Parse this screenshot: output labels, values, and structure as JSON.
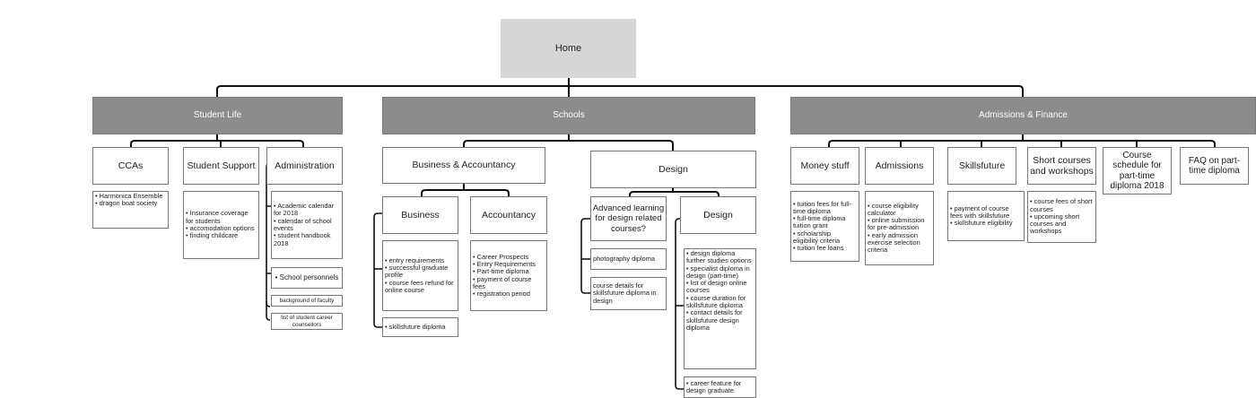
{
  "home": "Home",
  "sections": {
    "student_life": "Student Life",
    "schools": "Schools",
    "admissions": "Admissions & Finance"
  },
  "student_life": {
    "ccas": {
      "title": "CCAs",
      "items": [
        "Harmonica Ensemble",
        "dragon boat society"
      ]
    },
    "support": {
      "title": "Student Support",
      "items": [
        "Insurance coverage for students",
        "accomodation options",
        "finding childcare"
      ]
    },
    "administration": {
      "title": "Administration",
      "items": [
        "Academic calendar for 2018",
        "calendar of school events",
        "student handbook 2018"
      ],
      "school_personnels": "• School personnels",
      "faculty": "background of faculty",
      "counsellors": "list of student career counsellors"
    }
  },
  "schools": {
    "business_accountancy": "Business & Accountancy",
    "business": {
      "title": "Business",
      "items": [
        "entry requirements",
        "successful graduate profile",
        "course fees refund for online course"
      ],
      "skillsfuture": "skillsfuture diploma"
    },
    "accountancy": {
      "title": "Accountancy",
      "items": [
        "Career Prospects",
        "Entry Requirements",
        "Part-time diploma",
        "payment of course fees",
        "registration period"
      ]
    },
    "design_group": "Design",
    "advanced": {
      "title": "Advanced learning for design related courses?",
      "photography": "photography diploma",
      "course_details": "course details for skillsfuture diploma in design"
    },
    "design": {
      "title": "Design",
      "items": [
        "design diploma further studies options",
        "specialist diploma in design (part-time)",
        "list of design online courses",
        "course duration for skillsfuture diploma",
        "contact details for skillsfuture design diploma"
      ],
      "career": "career feature for design graduate"
    }
  },
  "admissions": {
    "money": {
      "title": "Money stuff",
      "items": [
        "tuition fees for full-time diploma",
        "full-time diploma tuition grant",
        "scholarship eligibility criteria",
        "tuition fee loans"
      ]
    },
    "admissions": {
      "title": "Admissions",
      "items": [
        "course eligibility calculator",
        "online submission for pre-admission",
        "early admission exercise selection criteria"
      ]
    },
    "skillsfuture": {
      "title": "Skillsfuture",
      "items": [
        "payment of course fees with skillsfuture",
        "skillsfuture eligibility"
      ]
    },
    "short_courses": {
      "title": "Short courses and workshops",
      "items": [
        "course fees of short courses",
        "upcoming short courses and workshops"
      ]
    },
    "course_schedule": "Course schedule for part-time diploma 2018",
    "faq": "FAQ on part-time diploma"
  }
}
